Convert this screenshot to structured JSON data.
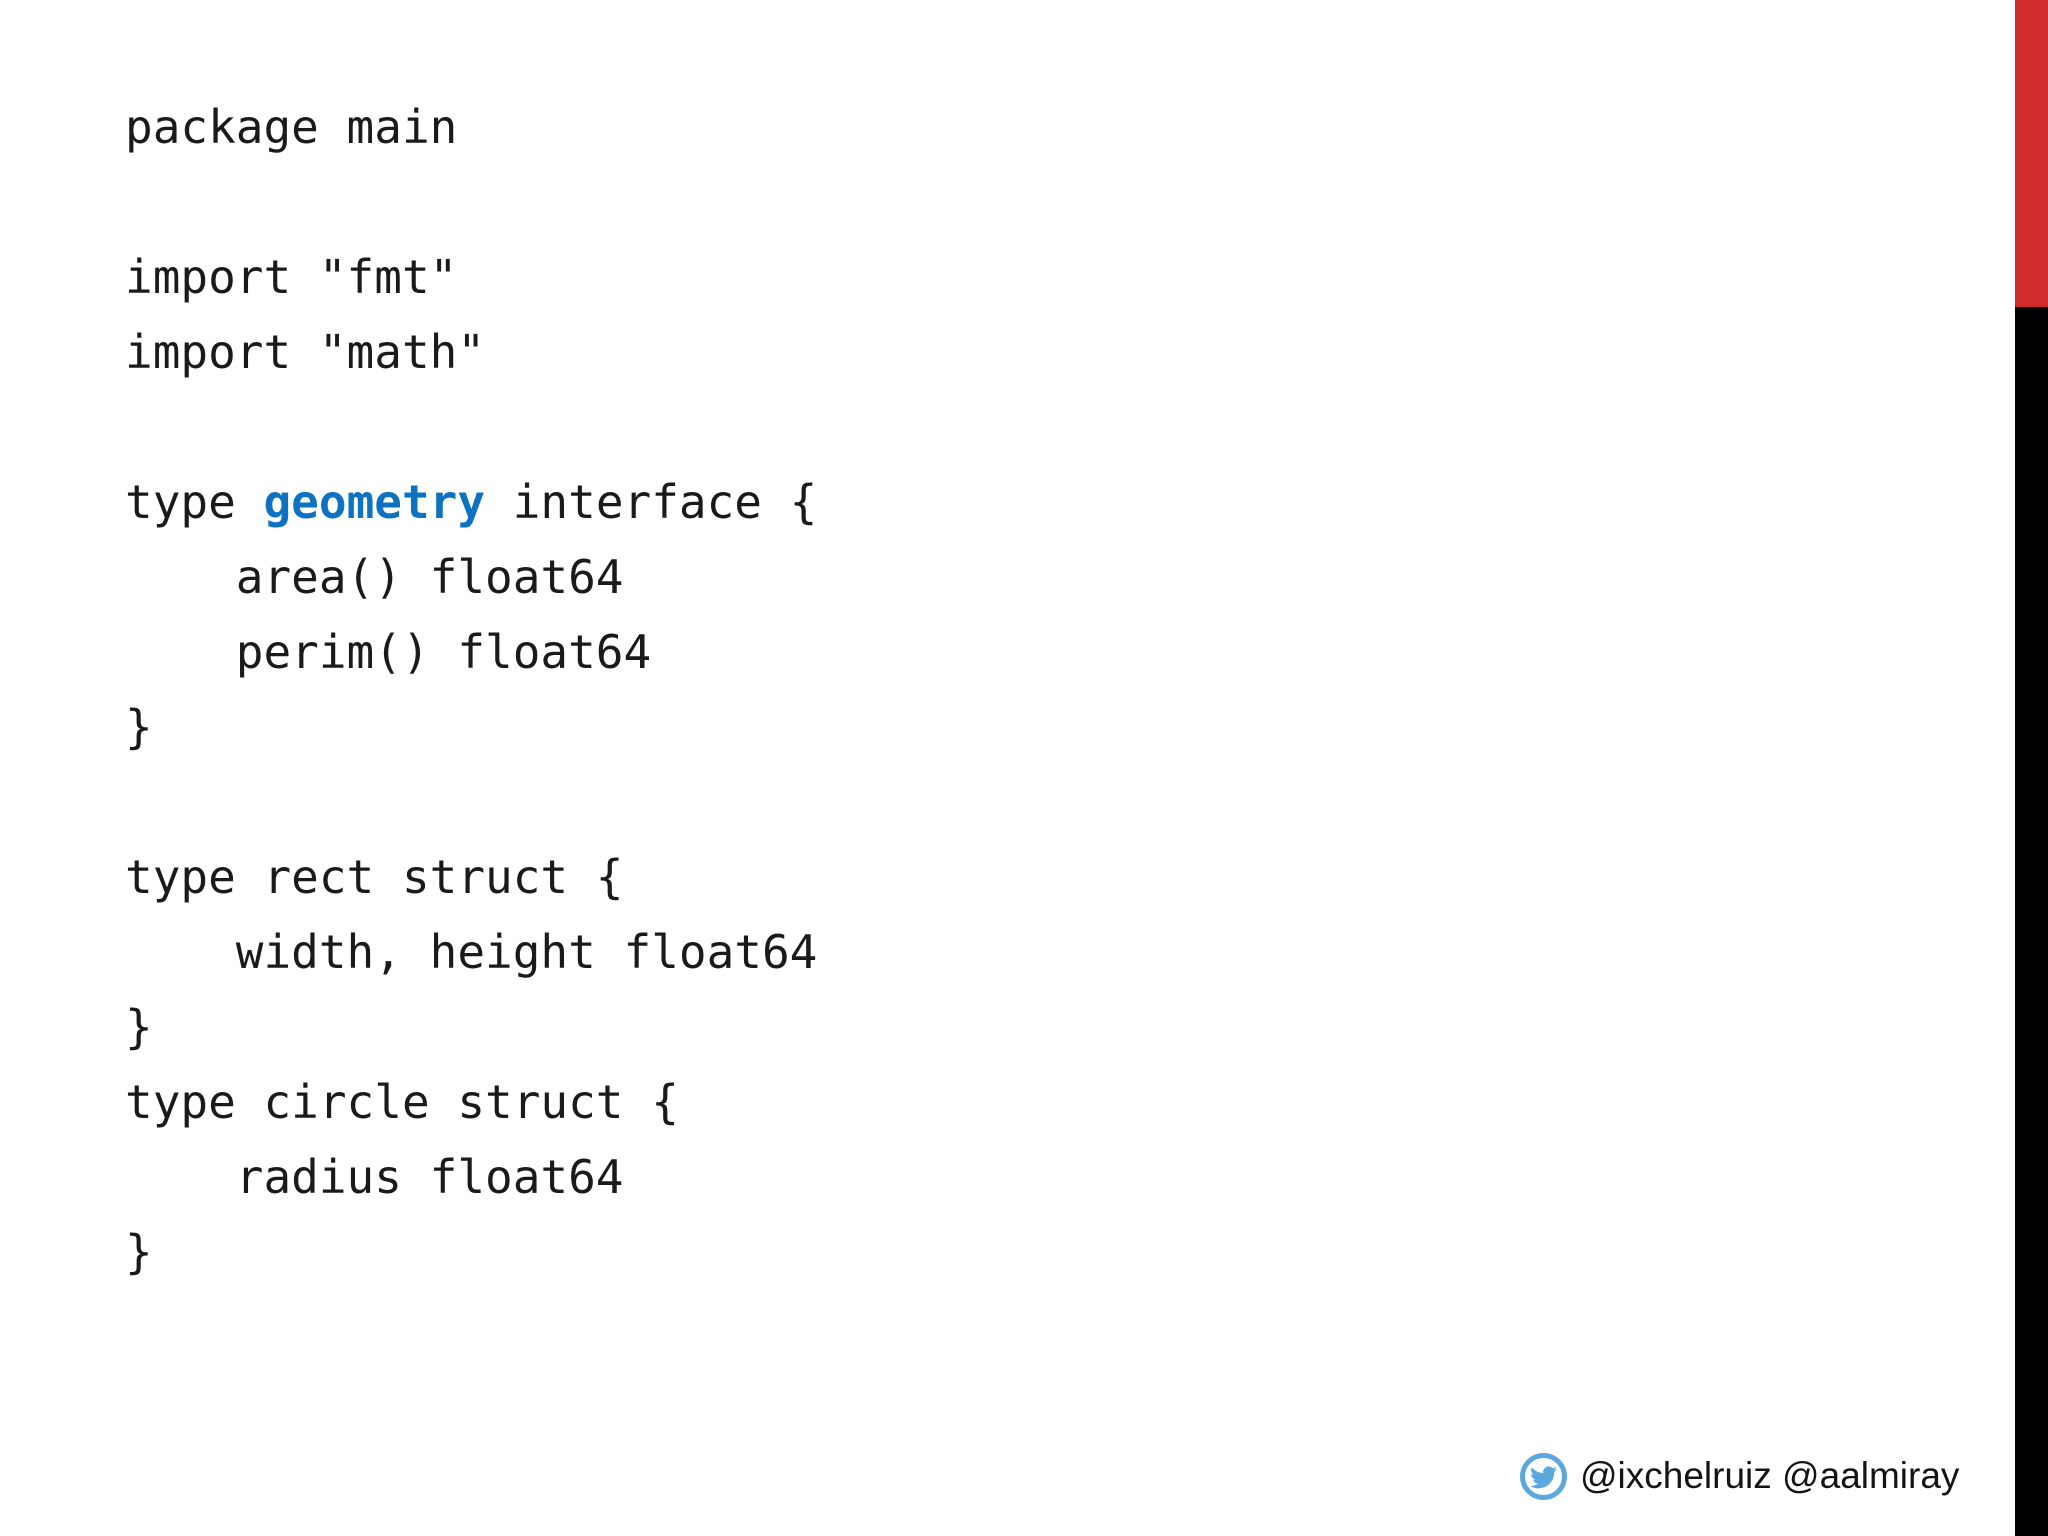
{
  "slide": {
    "background": "#ffffff"
  },
  "code": {
    "lines": [
      {
        "segments": [
          {
            "text": "package main"
          }
        ]
      },
      {
        "segments": [
          {
            "text": ""
          }
        ]
      },
      {
        "segments": [
          {
            "text": "import \"fmt\""
          }
        ]
      },
      {
        "segments": [
          {
            "text": "import \"math\""
          }
        ]
      },
      {
        "segments": [
          {
            "text": ""
          }
        ]
      },
      {
        "segments": [
          {
            "text": "type "
          },
          {
            "text": "geometry",
            "style": "keyword-blue"
          },
          {
            "text": " interface {"
          }
        ]
      },
      {
        "segments": [
          {
            "text": "    area() float64"
          }
        ]
      },
      {
        "segments": [
          {
            "text": "    perim() float64"
          }
        ]
      },
      {
        "segments": [
          {
            "text": "}"
          }
        ]
      },
      {
        "segments": [
          {
            "text": ""
          }
        ]
      },
      {
        "segments": [
          {
            "text": "type rect struct {"
          }
        ]
      },
      {
        "segments": [
          {
            "text": "    width, height float64"
          }
        ]
      },
      {
        "segments": [
          {
            "text": "}"
          }
        ]
      },
      {
        "segments": [
          {
            "text": "type circle struct {"
          }
        ]
      },
      {
        "segments": [
          {
            "text": "    radius float64"
          }
        ]
      },
      {
        "segments": [
          {
            "text": "}"
          }
        ]
      }
    ]
  },
  "footer": {
    "twitter_icon": "twitter-bird-icon",
    "twitter_handles": "@ixchelruiz @aalmiray"
  },
  "colors": {
    "accent_red": "#d22b2b",
    "right_bar_black": "#000000",
    "keyword_blue": "#0d72c2",
    "twitter_blue": "#5ba9dc"
  }
}
